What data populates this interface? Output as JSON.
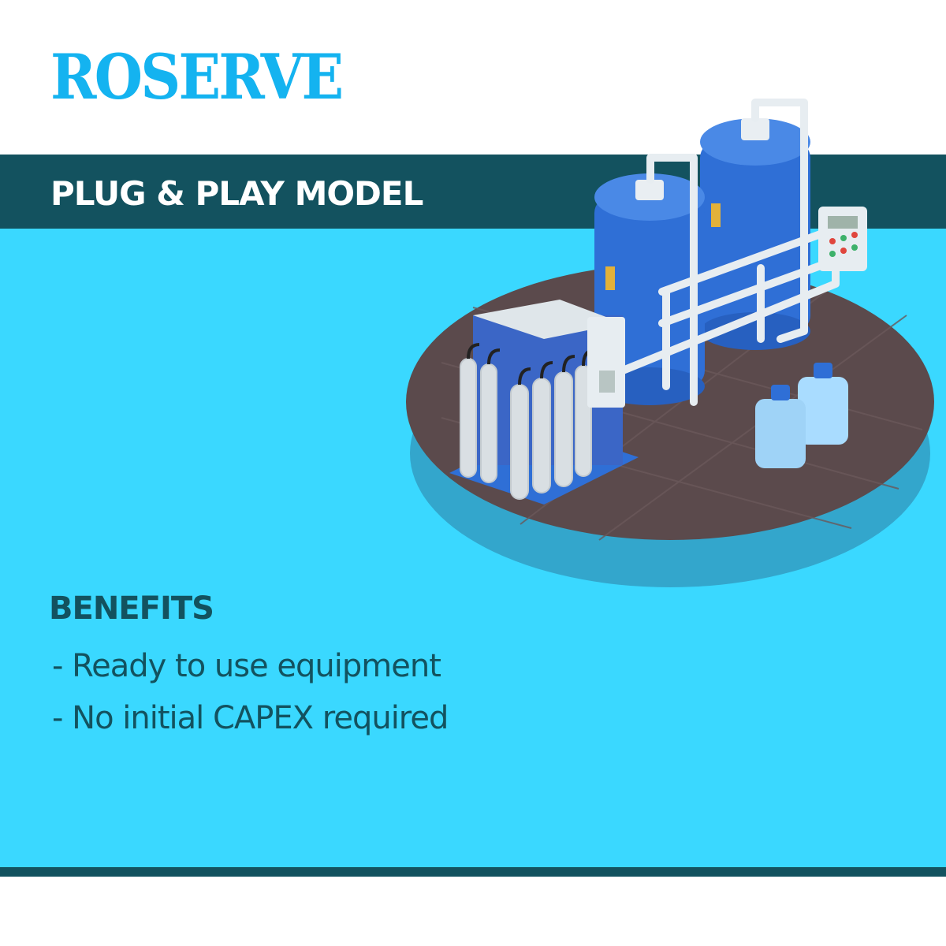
{
  "brand": {
    "logo_text": "ROSERVE",
    "logo_color": "#14b3f0"
  },
  "banner": {
    "title": "PLUG & PLAY MODEL",
    "background_color": "#13525f"
  },
  "benefits": {
    "title": "BENEFITS",
    "items": [
      "- Ready to use equipment",
      "- No initial CAPEX required"
    ]
  },
  "illustration": {
    "subject": "water-treatment-plant-icon"
  },
  "colors": {
    "main_background": "#3ad8ff",
    "text_dark": "#13525f",
    "tank_blue": "#2f6fd6"
  }
}
